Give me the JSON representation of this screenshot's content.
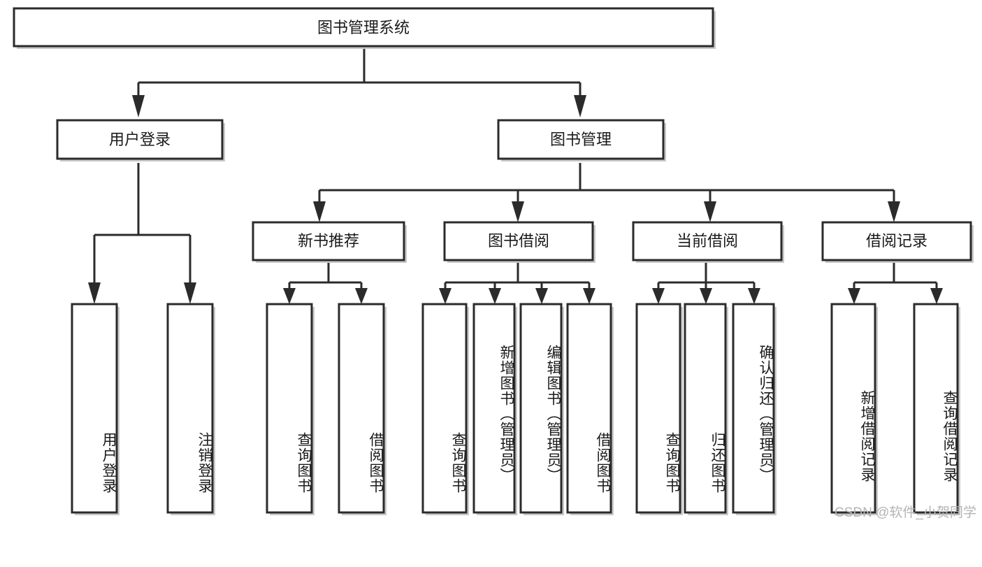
{
  "diagram": {
    "type": "tree-hierarchy-chart",
    "title": "图书管理系统",
    "background_color": "#ffffff",
    "box_stroke_color": "#2b2b2b",
    "box_fill_color": "#ffffff",
    "connector_color": "#2b2b2b",
    "text_color": "#1a1a1a"
  },
  "watermark": {
    "text": "CSDN @软件_小贺同学",
    "color": "#b4b4b4"
  },
  "nodes": {
    "root": {
      "label": "图书管理系统",
      "level": 0
    },
    "level1": [
      {
        "id": "user-login",
        "label": "用户登录"
      },
      {
        "id": "book-management",
        "label": "图书管理"
      }
    ],
    "level2": [
      {
        "id": "new-book-recommend",
        "label": "新书推荐",
        "parent": "book-management"
      },
      {
        "id": "book-borrow",
        "label": "图书借阅",
        "parent": "book-management"
      },
      {
        "id": "current-borrow",
        "label": "当前借阅",
        "parent": "book-management"
      },
      {
        "id": "borrow-record",
        "label": "借阅记录",
        "parent": "book-management"
      }
    ],
    "leaves": [
      {
        "id": "leaf-user-login",
        "label": "用户登录",
        "parent": "user-login"
      },
      {
        "id": "leaf-logout",
        "label": "注销登录",
        "parent": "user-login"
      },
      {
        "id": "leaf-query-book-1",
        "label": "查询图书",
        "parent": "new-book-recommend"
      },
      {
        "id": "leaf-borrow-book-1",
        "label": "借阅图书",
        "parent": "new-book-recommend"
      },
      {
        "id": "leaf-query-book-2",
        "label": "查询图书",
        "parent": "book-borrow"
      },
      {
        "id": "leaf-add-book",
        "label": "新增图书（管理员）",
        "parent": "book-borrow"
      },
      {
        "id": "leaf-edit-book",
        "label": "编辑图书（管理员）",
        "parent": "book-borrow"
      },
      {
        "id": "leaf-borrow-book-2",
        "label": "借阅图书",
        "parent": "book-borrow"
      },
      {
        "id": "leaf-query-book-3",
        "label": "查询图书",
        "parent": "current-borrow"
      },
      {
        "id": "leaf-return-book",
        "label": "归还图书",
        "parent": "current-borrow"
      },
      {
        "id": "leaf-confirm-return",
        "label": "确认归还（管理员）",
        "parent": "current-borrow"
      },
      {
        "id": "leaf-add-record",
        "label": "新增借阅记录",
        "parent": "borrow-record"
      },
      {
        "id": "leaf-query-record",
        "label": "查询借阅记录",
        "parent": "borrow-record"
      }
    ]
  }
}
